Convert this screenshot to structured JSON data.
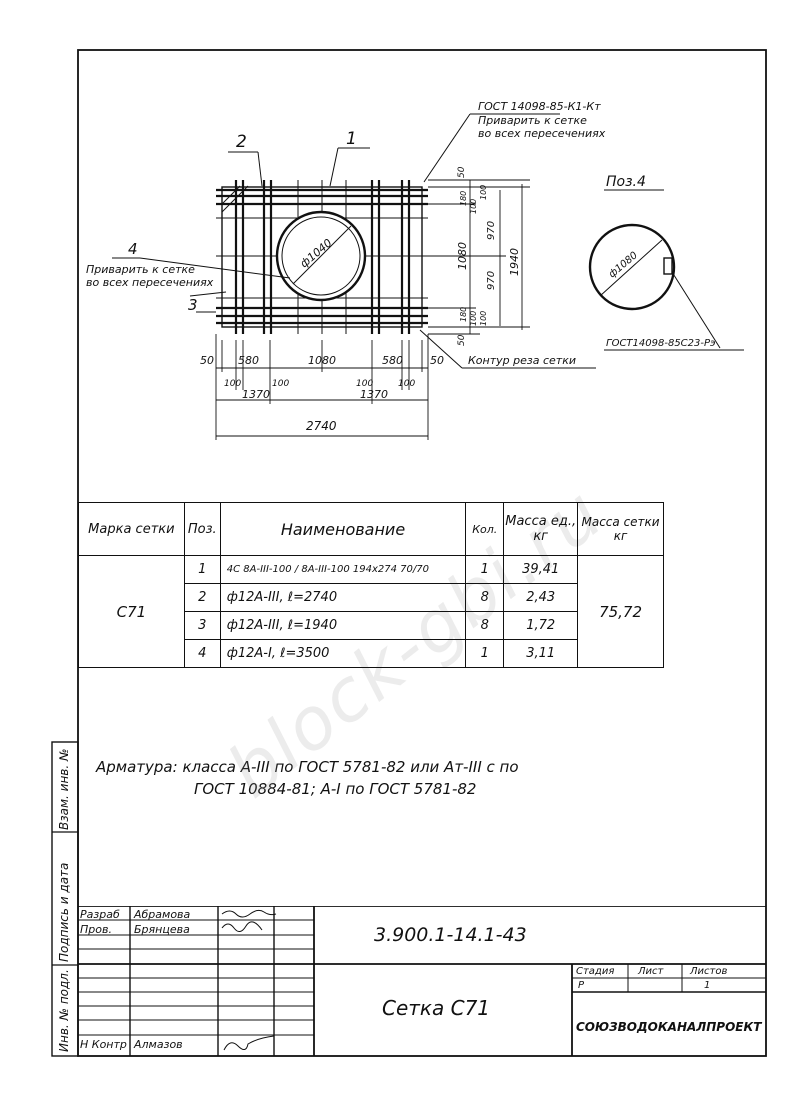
{
  "drawing": {
    "gost_weld_top": "ГОСТ 14098-85-К1-Кт",
    "weld_note_line1": "Приварить к сетке",
    "weld_note_line2": "во всех пересечениях",
    "pos1": "1",
    "pos2": "2",
    "pos3": "3",
    "pos4": "4",
    "weld_left_line1": "Приварить к сетке",
    "weld_left_line2": "во всех пересечениях",
    "diameter_hole": "ф1040",
    "cut_contour": "Контур реза сетки",
    "dims_bottom": [
      "50",
      "580",
      "1080",
      "580",
      "50"
    ],
    "dims_small": [
      "100",
      "100",
      "100",
      "100"
    ],
    "dims_1370_left": "1370",
    "dims_1370_right": "1370",
    "dim_total": "2740",
    "dims_right": [
      "50",
      "180",
      "100",
      "100",
      "1080",
      "970",
      "970",
      "180",
      "100",
      "100",
      "50"
    ],
    "dim_1940": "1940",
    "pos4_title": "Поз.4",
    "ring_diameter": "ф1080",
    "gost_ring": "ГОСТ14098-85С23-Рэ"
  },
  "spec_table": {
    "headers": {
      "mark": "Марка сетки",
      "pos": "Поз.",
      "name": "Наименование",
      "qty": "Кол.",
      "mass_unit": "Масса ед., кг",
      "mass_mesh": "Масса сетки кг"
    },
    "mark_value": "С71",
    "mass_mesh_value": "75,72",
    "rows": [
      {
        "pos": "1",
        "name": "4С 8А-III-100 / 8А-III-100 194х274 70/70",
        "qty": "1",
        "mass": "39,41"
      },
      {
        "pos": "2",
        "name": "ф12А-III, ℓ=2740",
        "qty": "8",
        "mass": "2,43"
      },
      {
        "pos": "3",
        "name": "ф12А-III, ℓ=1940",
        "qty": "8",
        "mass": "1,72"
      },
      {
        "pos": "4",
        "name": "ф12А-I, ℓ=3500",
        "qty": "1",
        "mass": "3,11"
      }
    ]
  },
  "note": {
    "line1": "Арматура: класса А-III по ГОСТ 5781-82 или Ат-III с по",
    "line2": "ГОСТ 10884-81; А-I по ГОСТ 5781-82"
  },
  "stamp": {
    "role1": "Разраб",
    "name1": "Абрамова",
    "role2": "Пров.",
    "name2": "Брянцева",
    "role3": "Н Контр",
    "name3": "Алмазов",
    "doc_code": "3.900.1-14.1-43",
    "title": "Сетка С71",
    "stage_label": "Стадия",
    "sheet_label": "Лист",
    "sheets_label": "Листов",
    "stage_value": "Р",
    "sheets_value": "1",
    "organization": "СОЮЗВОДОКАНАЛПРОЕКТ"
  },
  "side_fields": {
    "f1": "Взам. инв. №",
    "f2": "Подпись и дата",
    "f3": "Инв. № подл."
  },
  "watermark": "block-gbi.ru"
}
